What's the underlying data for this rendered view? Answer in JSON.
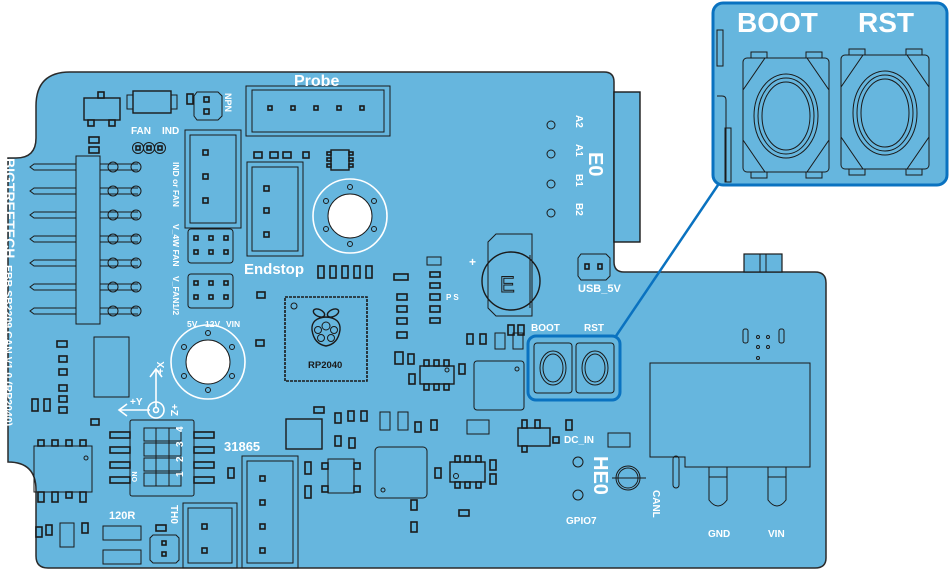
{
  "board": {
    "brand": "BIGTREETECH",
    "model": "EBB SB2209 CAN V1.0 (RP2040)",
    "board_color": "#66b6de",
    "callout_color": "#0a72c0",
    "silk_color": "#ffffff"
  },
  "labels": {
    "probe": "Probe",
    "npn": "NPN",
    "fan": "FAN",
    "ind": "IND",
    "ind_or_fan": "IND or FAN",
    "v_4w_fan": "V_4W FAN",
    "v_fan12": "V_FAN1/2",
    "v_5v": "5V",
    "v_12v": "12V",
    "v_vin": "VIN",
    "endstop": "Endstop",
    "mcu": "RP2040",
    "ps": "P S",
    "e0": "E0",
    "a2": "A2",
    "a1": "A1",
    "b1": "B1",
    "b2": "B2",
    "battery": "E",
    "plus": "+",
    "usb_5v": "USB_5V",
    "boot": "BOOT",
    "rst": "RST",
    "dc_in": "DC_IN",
    "he0": "HE0",
    "gpio7": "GPIO7",
    "canl": "CANL",
    "gnd": "GND",
    "vin": "VIN",
    "sensor": "31865",
    "th0": "TH0",
    "r120": "120R",
    "dip_on": "ON",
    "dip_1": "1",
    "dip_2": "2",
    "dip_3": "3",
    "dip_4": "4",
    "axis_x": "+X",
    "axis_y": "+Y",
    "axis_z": "+Z"
  },
  "callout": {
    "boot": "BOOT",
    "rst": "RST"
  }
}
